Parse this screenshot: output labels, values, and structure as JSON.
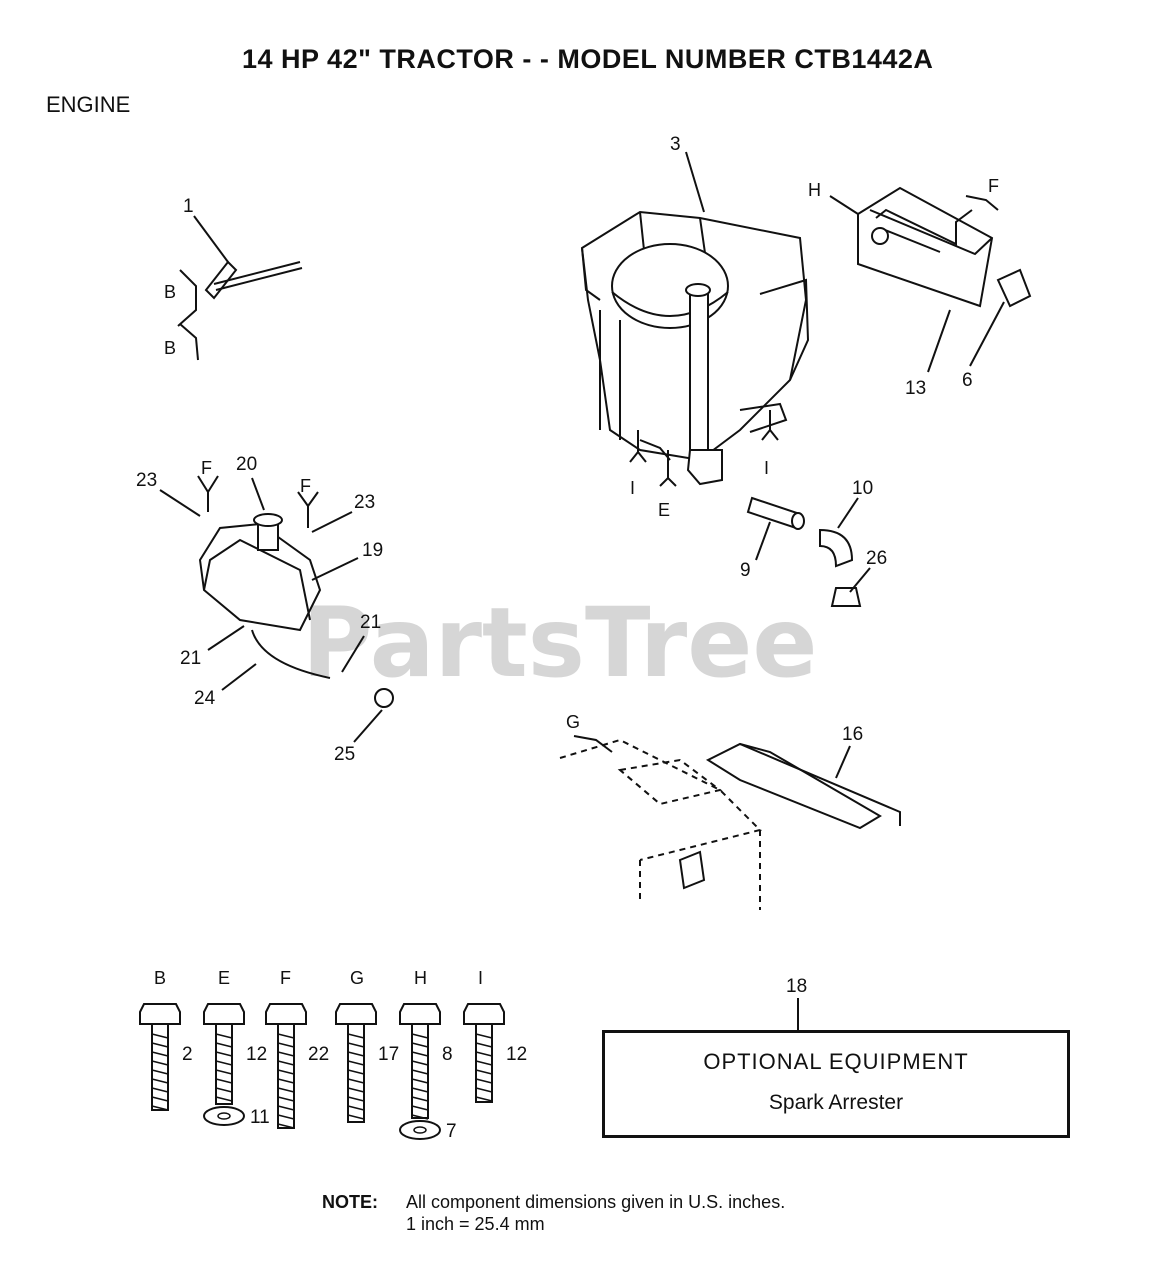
{
  "header": {
    "title": "14 HP 42\" TRACTOR - - MODEL NUMBER CTB1442A",
    "section": "ENGINE"
  },
  "watermark": "PartsTree",
  "callouts": [
    "1",
    "3",
    "6",
    "9",
    "10",
    "13",
    "16",
    "18",
    "19",
    "20",
    "21",
    "21",
    "23",
    "23",
    "24",
    "25",
    "26"
  ],
  "reference_letters": [
    "B",
    "B",
    "F",
    "F",
    "F",
    "H",
    "I",
    "I",
    "E",
    "G"
  ],
  "fasteners": [
    {
      "letter": "B",
      "part": "2"
    },
    {
      "letter": "E",
      "part": "12",
      "washer": "11"
    },
    {
      "letter": "F",
      "part": "22"
    },
    {
      "letter": "G",
      "part": "17"
    },
    {
      "letter": "H",
      "part": "8",
      "washer": "7"
    },
    {
      "letter": "I",
      "part": "12"
    }
  ],
  "optional_equipment": {
    "callout": "18",
    "heading": "OPTIONAL EQUIPMENT",
    "item": "Spark Arrester"
  },
  "note": {
    "label": "NOTE:",
    "line1": "All component dimensions given in U.S. inches.",
    "line2": "1 inch = 25.4 mm"
  }
}
